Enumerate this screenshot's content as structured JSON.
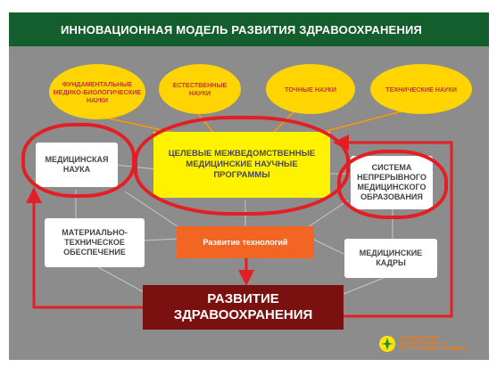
{
  "title": "ИННОВАЦИОННАЯ МОДЕЛЬ РАЗВИТИЯ ЗДРАВООХРАНЕНИЯ",
  "sciences": [
    "ФУНДАМЕНТАЛЬНЫЕ\nМЕДИКО-БИОЛОГИЧЕСКИЕ\nНАУКИ",
    "ЕСТЕСТВЕННЫЕ\nНАУКИ",
    "ТОЧНЫЕ НАУКИ",
    "ТЕХНИЧЕСКИЕ НАУКИ"
  ],
  "medical_science": "МЕДИЦИНСКАЯ\nНАУКА",
  "programs": "ЦЕЛЕВЫЕ МЕЖВЕДОМСТВЕННЫЕ\nМЕДИЦИНСКИЕ НАУЧНЫЕ\nПРОГРАММЫ",
  "education": "СИСТЕМА\nНЕПРЕРЫВНОГО\nМЕДИЦИНСКОГО\nОБРАЗОВАНИЯ",
  "technology": "Развитие технологий",
  "material_base": "МАТЕРИАЛЬНО-\nТЕХНИЧЕСКОЕ\nОБЕСПЕЧЕНИЕ",
  "medical_staff": "МЕДИЦИНСКИЕ\nКАДРЫ",
  "healthcare_development": "РАЗВИТИЕ\nЗДРАВООХРАНЕНИЯ",
  "logo_text": "МИНИСТЕРСТВО\nЗДРАВООХРАНЕНИЯ\nИ СОЦИАЛЬНОГО РАЗВИТИЯ",
  "colors": {
    "title_bar": "#135e2c",
    "panel": "#8c8c8c",
    "ellipse": "#ffd400",
    "ellipse_text": "#c0392b",
    "program_box": "#fff200",
    "technology_box": "#f26522",
    "result_box": "#7a1010",
    "highlight": "#e31e24",
    "connector": "#bdbdbd"
  }
}
